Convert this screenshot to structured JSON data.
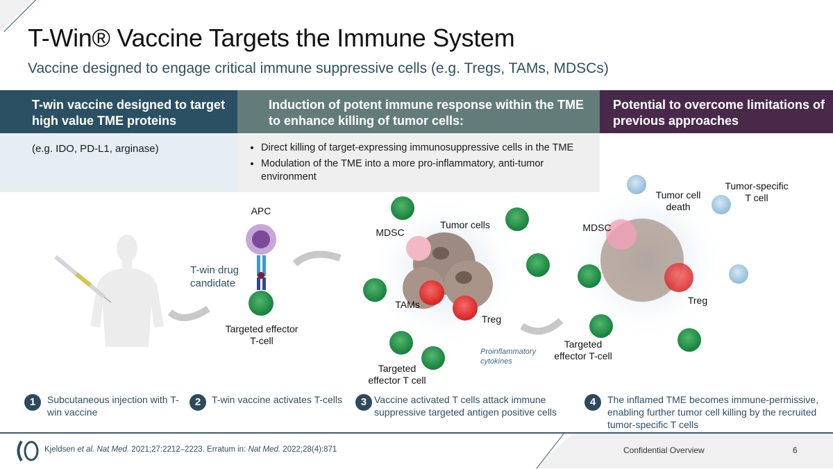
{
  "header": {
    "title": "T-Win® Vaccine Targets the Immune System",
    "subtitle": "Vaccine designed to engage critical immune suppressive cells (e.g. Tregs, TAMs, MDSCs)"
  },
  "columns": [
    {
      "heading": "T-win vaccine designed to target high value TME proteins",
      "body": "(e.g. IDO, PD-L1, arginase)",
      "color": "#2b5064"
    },
    {
      "heading": "Induction of potent immune response within the TME to enhance killing of tumor cells:",
      "bullets": [
        "Direct killing of target-expressing immunosuppressive cells in the TME",
        "Modulation of the TME into a more pro-inflammatory, anti-tumor environment"
      ],
      "color": "#637c7a"
    },
    {
      "heading": "Potential to overcome limitations of previous approaches",
      "color": "#48294a"
    }
  ],
  "diagram": {
    "panel2": {
      "apc": "APC",
      "drug": "T-win drug candidate",
      "effector": "Targeted effector T-cell"
    },
    "panel3": {
      "tumor_cells": "Tumor cells",
      "mdsc": "MDSC",
      "tams": "TAMs",
      "treg": "Treg",
      "cytokines": "Proinflammatory cytokines",
      "effector": "Targeted effector T cell"
    },
    "panel4": {
      "tumor_death": "Tumor cell death",
      "tumor_specific": "Tumor-specific T cell",
      "mdsc": "MDSC",
      "treg": "Treg",
      "effector": "Targeted effector T-cell"
    }
  },
  "steps": [
    {
      "num": "1",
      "text": "Subcutaneous injection with T-win vaccine"
    },
    {
      "num": "2",
      "text": "T-win vaccine activates T-cells"
    },
    {
      "num": "3",
      "text": "Vaccine activated T cells attack immune suppressive targeted antigen  positive cells"
    },
    {
      "num": "4",
      "text": "The inflamed TME becomes immune-permissive, enabling further tumor cell killing by the recruited tumor-specific T cells"
    }
  ],
  "footer": {
    "reference_author": "Kjeldsen ",
    "reference_etal": "et al.",
    "reference_journal": " Nat Med.",
    "reference_detail": " 2021;27:2212–2223. Erratum in: ",
    "reference_journal2": "Nat Med.",
    "reference_detail2": " 2022;28(4):871",
    "confidential": "Confidential Overview",
    "page": "6"
  }
}
